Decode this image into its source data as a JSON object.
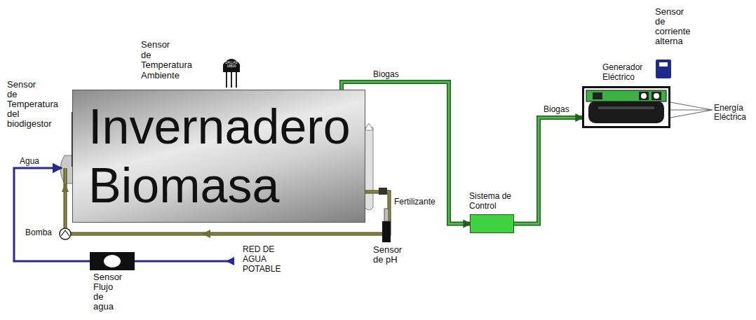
{
  "diagram": {
    "nodes": [
      {
        "text": [
          "Invernadero Biomasa"
        ]
      },
      {
        "text": [
          "Sistema de Control"
        ]
      },
      {
        "text": [
          "Generador Eléctrico"
        ]
      }
    ],
    "edges": [
      {
        "from": 0,
        "to": 1,
        "arrow": "to",
        "label": "Biogas"
      },
      {
        "from": 1,
        "to": 2,
        "arrow": "to",
        "label": "Biogas"
      }
    ],
    "labels": [
      "Sensor de Temperatura Ambiente",
      "DALLAS 18B20",
      "Sensor de Temperatura del biodigestor",
      "Agua",
      "Bomba",
      "Sensor Flujo de agua",
      "RED DE AGUA POTABLE",
      "Fertilizante",
      "Sensor de pH",
      "Sensor de corriente alterna",
      "Energía Eléctrica"
    ]
  }
}
